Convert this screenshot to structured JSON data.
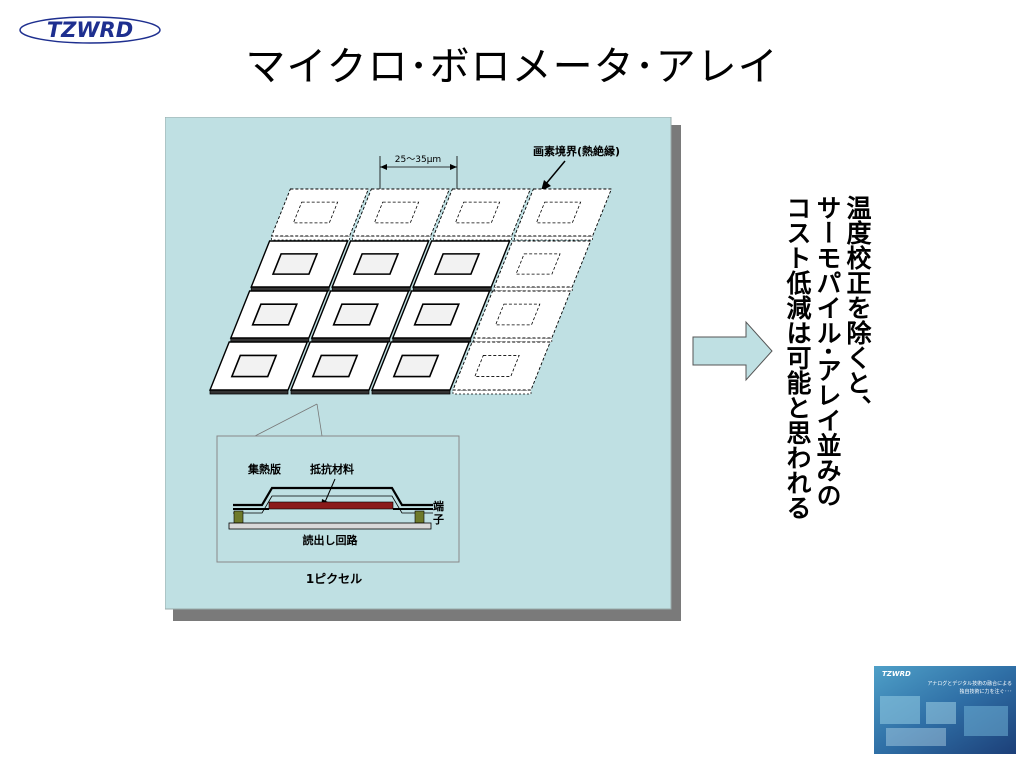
{
  "logo": {
    "text": "TZWRD"
  },
  "title": "マイクロ･ボロメータ･アレイ",
  "diagram": {
    "pitch_label": "25～35μm",
    "boundary_label": "画素境界(熱絶縁)",
    "heat_plate_label": "集熱版",
    "resistor_label": "抵抗材料",
    "terminal_label": "端\n子",
    "readout_label": "読出し回路",
    "pixel_label": "1ピクセル"
  },
  "note_lines": [
    "温度校正を除くと、",
    "サーモパイル･アレイ並みの",
    "コスト低減は可能と思われる"
  ],
  "thumbnail": {
    "logo": "TZWRD",
    "line1": "アナログとデジタル技術の融合による",
    "line2": "独自技術に力を注ぐ･･･"
  },
  "colors": {
    "panel_bg": "#bfe0e3",
    "resistor": "#8b1a1a",
    "logo": "#1e2f8f",
    "arrow_fill": "#bfe0e3"
  }
}
